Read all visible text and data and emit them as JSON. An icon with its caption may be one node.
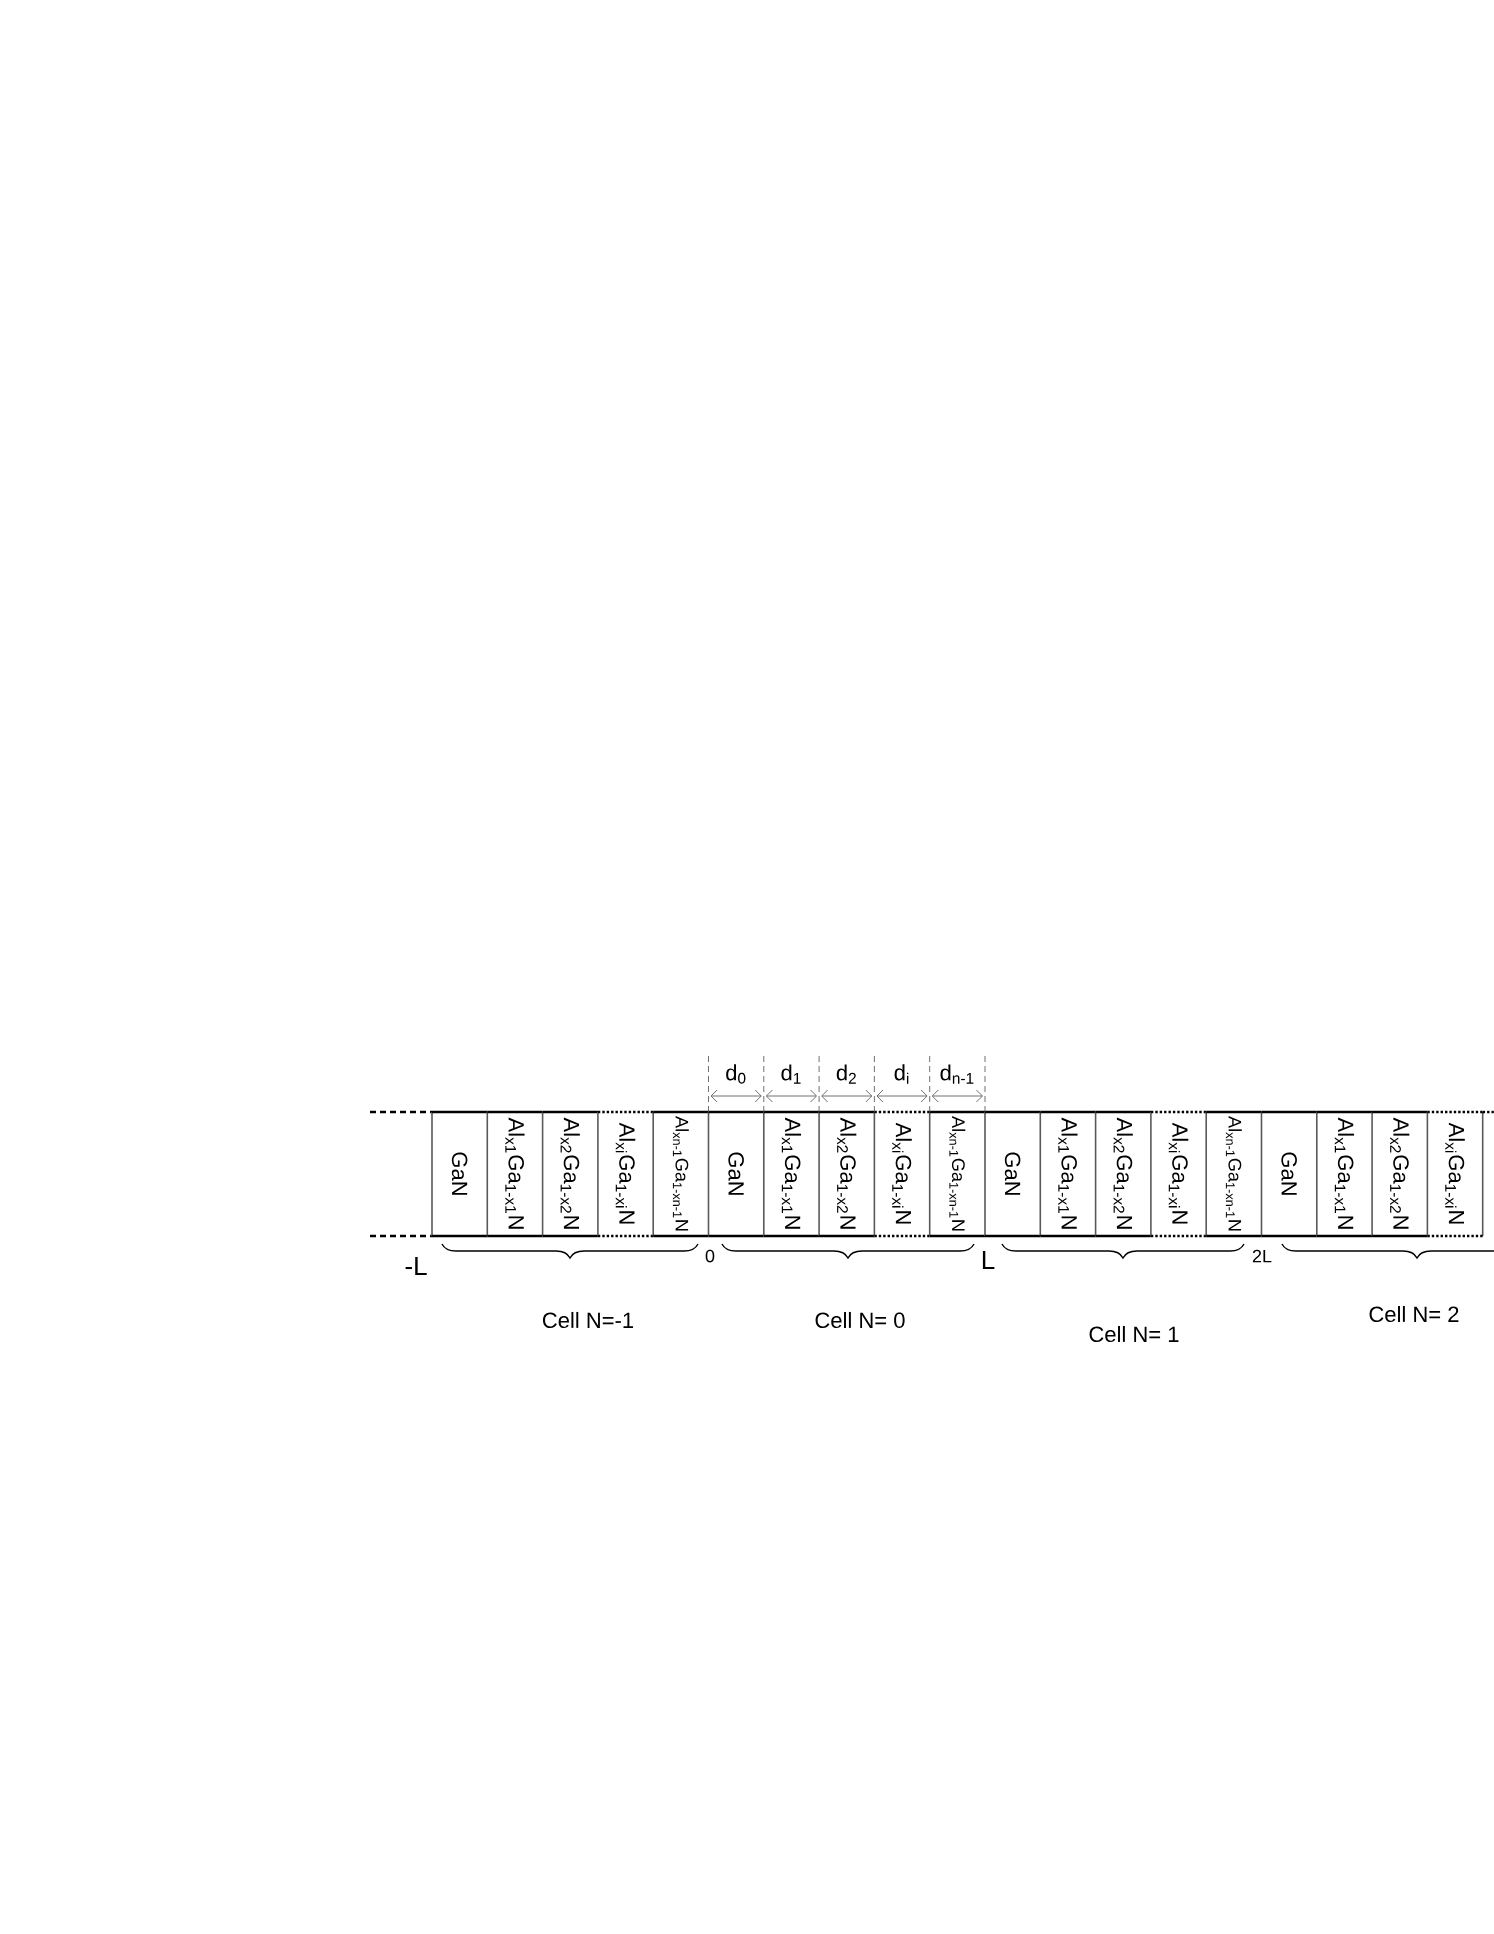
{
  "diagram": {
    "nodes": [
      {
        "text": [
          "GaN"
        ]
      },
      {
        "text": [
          "Al$_{x1}$Ga$_{1-x1}$N"
        ]
      },
      {
        "text": [
          "Al$_{x2}$Ga$_{1-x2}$N"
        ]
      },
      {
        "text": [
          "Al$_{xi}$Ga$_{1-xi}$N"
        ]
      },
      {
        "text": [
          "Al$_{xn-1}$Ga$_{1-xn-1}$N"
        ]
      },
      {
        "text": [
          "GaN"
        ]
      },
      {
        "text": [
          "Al$_{x1}$Ga$_{1-x1}$N"
        ]
      },
      {
        "text": [
          "Al$_{x2}$Ga$_{1-x2}$N"
        ]
      },
      {
        "text": [
          "Al$_{xi}$Ga$_{1-xi}$N"
        ]
      },
      {
        "text": [
          "Al$_{xn-1}$Ga$_{1-xn-1}$N"
        ]
      },
      {
        "text": [
          "GaN"
        ]
      },
      {
        "text": [
          "Al$_{x1}$Ga$_{1-x1}$N"
        ]
      },
      {
        "text": [
          "Al$_{x2}$Ga$_{1-x2}$N"
        ]
      },
      {
        "text": [
          "Al$_{xi}$Ga$_{1-xi}$N"
        ]
      },
      {
        "text": [
          "Al$_{xn-1}$Ga$_{1-xn-1}$N"
        ]
      },
      {
        "text": [
          "GaN"
        ]
      },
      {
        "text": [
          "Al$_{x1}$Ga$_{1-x1}$N"
        ]
      },
      {
        "text": [
          "Al$_{x2}$Ga$_{1-x2}$N"
        ]
      },
      {
        "text": [
          "Al$_{xi}$Ga$_{1-xi}$N"
        ]
      }
    ],
    "labels": [
      "d$_{0}$",
      "d$_{1}$",
      "d$_{2}$",
      "d$_{i}$",
      "d$_{n-1}$",
      "-L",
      "0",
      "L",
      "2L",
      "Cell N=-1",
      "Cell N= 0",
      "Cell N= 1",
      "Cell N= 2"
    ]
  }
}
